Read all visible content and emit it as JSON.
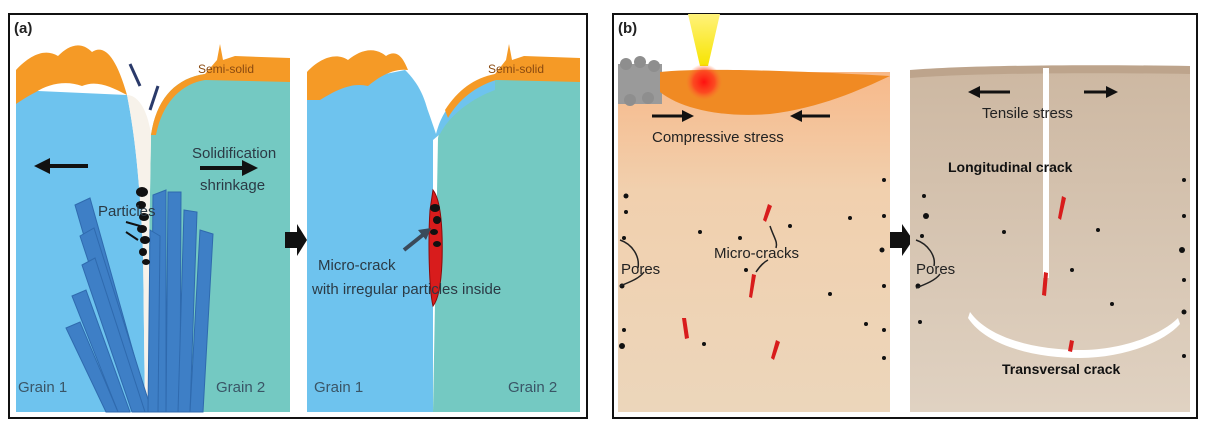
{
  "panels": {
    "a": {
      "label": "(a)",
      "semi_solid_left": "Semi-solid",
      "semi_solid_right": "Semi-solid",
      "solidification_line1": "Solidification",
      "solidification_line2": "shrinkage",
      "particles": "Particles",
      "micro_crack_line1": "Micro-crack",
      "micro_crack_line2": "with irregular particles inside",
      "grain1_left": "Grain 1",
      "grain2_left": "Grain 2",
      "grain1_right": "Grain 1",
      "grain2_right": "Grain 2"
    },
    "b": {
      "label": "(b)",
      "compressive": "Compressive  stress",
      "tensile": "Tensile  stress",
      "longitudinal": "Longitudinal crack",
      "pores_left": "Pores",
      "pores_right": "Pores",
      "micro_cracks": "Micro-cracks",
      "transversal": "Transversal crack"
    }
  },
  "colors": {
    "grain1": "#6ec3ee",
    "grain2": "#74c9c2",
    "semi_solid": "#f59a26",
    "crack": "#d81c1c",
    "dendrite": "#3e7fc6",
    "powder_bed": "#f1d2b0",
    "solid_b": "#dcccb9",
    "melt_pool": "#f08a23"
  }
}
